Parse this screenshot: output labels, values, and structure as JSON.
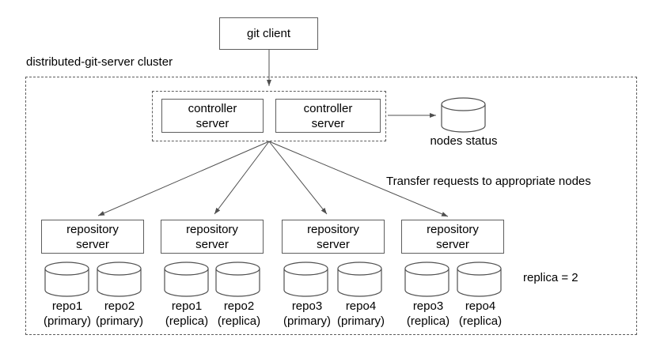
{
  "diagram": {
    "title": "distributed-git-server cluster",
    "git_client": {
      "label": "git client"
    },
    "controller_group": {
      "servers": [
        {
          "lines": [
            "controller",
            "server"
          ]
        },
        {
          "lines": [
            "controller",
            "server"
          ]
        }
      ]
    },
    "nodes_status": {
      "label": "nodes status"
    },
    "annotations": {
      "transfer": "Transfer requests to appropriate nodes",
      "replica": "replica = 2"
    },
    "repo_servers": [
      {
        "lines": [
          "repository",
          "server"
        ],
        "repos": [
          {
            "name": "repo1",
            "role": "(primary)"
          },
          {
            "name": "repo2",
            "role": "(primary)"
          }
        ]
      },
      {
        "lines": [
          "repository",
          "server"
        ],
        "repos": [
          {
            "name": "repo1",
            "role": "(replica)"
          },
          {
            "name": "repo2",
            "role": "(replica)"
          }
        ]
      },
      {
        "lines": [
          "repository",
          "server"
        ],
        "repos": [
          {
            "name": "repo3",
            "role": "(primary)"
          },
          {
            "name": "repo4",
            "role": "(primary)"
          }
        ]
      },
      {
        "lines": [
          "repository",
          "server"
        ],
        "repos": [
          {
            "name": "repo3",
            "role": "(replica)"
          },
          {
            "name": "repo4",
            "role": "(replica)"
          }
        ]
      }
    ],
    "colors": {
      "line": "#4f4f4f",
      "border": "#5e5e5e",
      "text": "#000000",
      "background": "#ffffff"
    }
  }
}
